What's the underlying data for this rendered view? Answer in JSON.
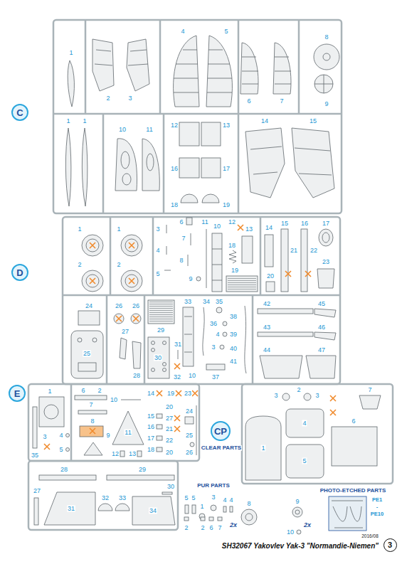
{
  "diagram": {
    "caption": "SH32067 Yakovlev Yak-3 \"Normandie-Niemen\"",
    "nodes": [
      {
        "text": [
          "C"
        ]
      },
      {
        "text": [
          "D"
        ]
      },
      {
        "text": [
          "E"
        ]
      },
      {
        "text": [
          "CP"
        ]
      },
      {
        "text": [
          "3"
        ]
      }
    ],
    "labels": [
      "1",
      "2",
      "3",
      "4",
      "5",
      "6",
      "7",
      "8",
      "9",
      "1",
      "1",
      "10",
      "11",
      "12",
      "13",
      "16",
      "17",
      "18",
      "19",
      "14",
      "15",
      "1",
      "1",
      "2",
      "2",
      "3",
      "4",
      "5",
      "6",
      "7",
      "8",
      "9",
      "11",
      "10",
      "12",
      "13",
      "18",
      "19",
      "14",
      "15",
      "16",
      "17",
      "21",
      "22",
      "20",
      "23",
      "24",
      "25",
      "26",
      "26",
      "27",
      "28",
      "29",
      "30",
      "31",
      "32",
      "33",
      "10",
      "34",
      "35",
      "36",
      "38",
      "4",
      "39",
      "3",
      "40",
      "41",
      "37",
      "42",
      "43",
      "44",
      "45",
      "46",
      "47",
      "1",
      "6",
      "2",
      "7",
      "3",
      "4",
      "5",
      "35",
      "8",
      "9",
      "10",
      "11",
      "12",
      "13",
      "14",
      "15",
      "16",
      "17",
      "18",
      "19",
      "23",
      "20",
      "24",
      "27",
      "21",
      "22",
      "20",
      "25",
      "26",
      "28",
      "29",
      "30",
      "27",
      "31",
      "32",
      "33",
      "34",
      "CLEAR PARTS",
      "1",
      "2",
      "3",
      "3",
      "4",
      "5",
      "6",
      "7",
      "PUR PARTS",
      "5",
      "5",
      "1",
      "3",
      "4",
      "4",
      "2",
      "2",
      "6",
      "7",
      "8",
      "2x",
      "9",
      "2x",
      "10",
      "PHOTO-ETCHED PARTS",
      "PE1",
      "-",
      "PE10",
      "2016/08"
    ]
  }
}
